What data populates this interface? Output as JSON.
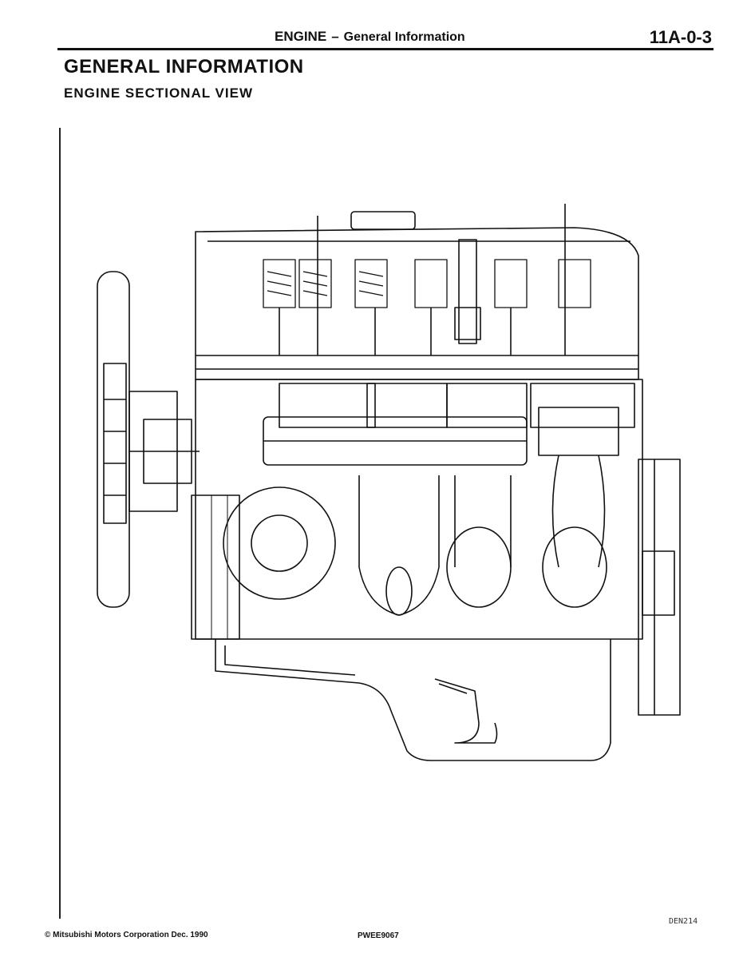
{
  "header": {
    "section": "ENGINE",
    "separator": "–",
    "subsection": "General Information",
    "page_number": "11A-0-3"
  },
  "title": "GENERAL INFORMATION",
  "subtitle": "ENGINE SECTIONAL VIEW",
  "figure": {
    "code": "DEN214"
  },
  "footer": {
    "copyright": "© Mitsubishi Motors Corporation  Dec. 1990",
    "doc_number": "PWEE9067"
  }
}
